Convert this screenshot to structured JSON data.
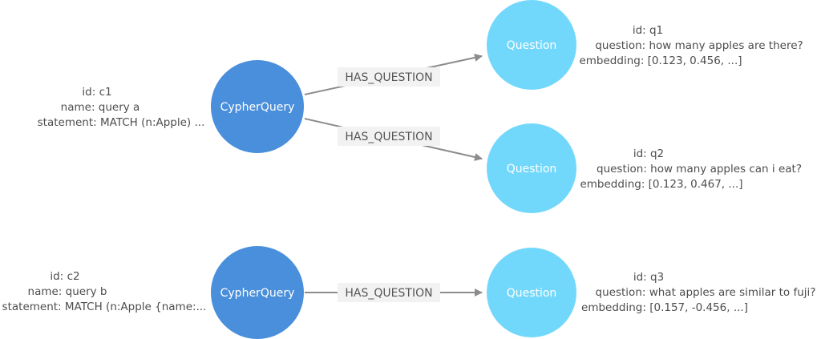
{
  "colors": {
    "cypher_node": "#4a8fdb",
    "question_node": "#72d8fb",
    "edge": "#8c8c8c",
    "edge_label_bg": "#f2f2f2",
    "text": "#4d4d4d"
  },
  "nodes": {
    "c1": {
      "label": "CypherQuery",
      "props": [
        "id: c1",
        "name: query a",
        "statement: MATCH (n:Apple) ..."
      ]
    },
    "c2": {
      "label": "CypherQuery",
      "props": [
        "id: c2",
        "name: query b",
        "statement: MATCH (n:Apple {name:..."
      ]
    },
    "q1": {
      "label": "Question",
      "props": [
        "id: q1",
        "question: how many apples are there?",
        "embedding: [0.123, 0.456, ...]"
      ]
    },
    "q2": {
      "label": "Question",
      "props": [
        "id: q2",
        "question: how many apples can i eat?",
        "embedding: [0.123, 0.467, ...]"
      ]
    },
    "q3": {
      "label": "Question",
      "props": [
        "id: q3",
        "question: what apples are similar to fuji?",
        "embedding: [0.157, -0.456, ...]"
      ]
    }
  },
  "edges": [
    {
      "from": "c1",
      "to": "q1",
      "label": "HAS_QUESTION"
    },
    {
      "from": "c1",
      "to": "q2",
      "label": "HAS_QUESTION"
    },
    {
      "from": "c2",
      "to": "q3",
      "label": "HAS_QUESTION"
    }
  ]
}
